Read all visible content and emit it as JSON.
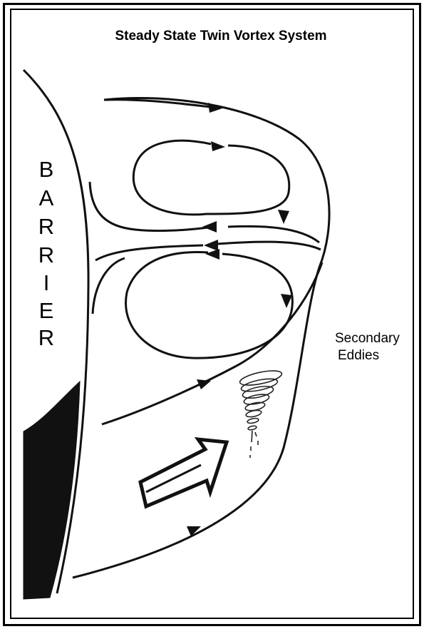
{
  "title": "Steady State Twin Vortex System",
  "barrier": {
    "letters": [
      "B",
      "A",
      "R",
      "R",
      "I",
      "E",
      "R"
    ]
  },
  "secondary_eddies": {
    "line1": "Secondary",
    "line2": "Eddies"
  },
  "colors": {
    "ink": "#111111",
    "background": "#ffffff"
  }
}
